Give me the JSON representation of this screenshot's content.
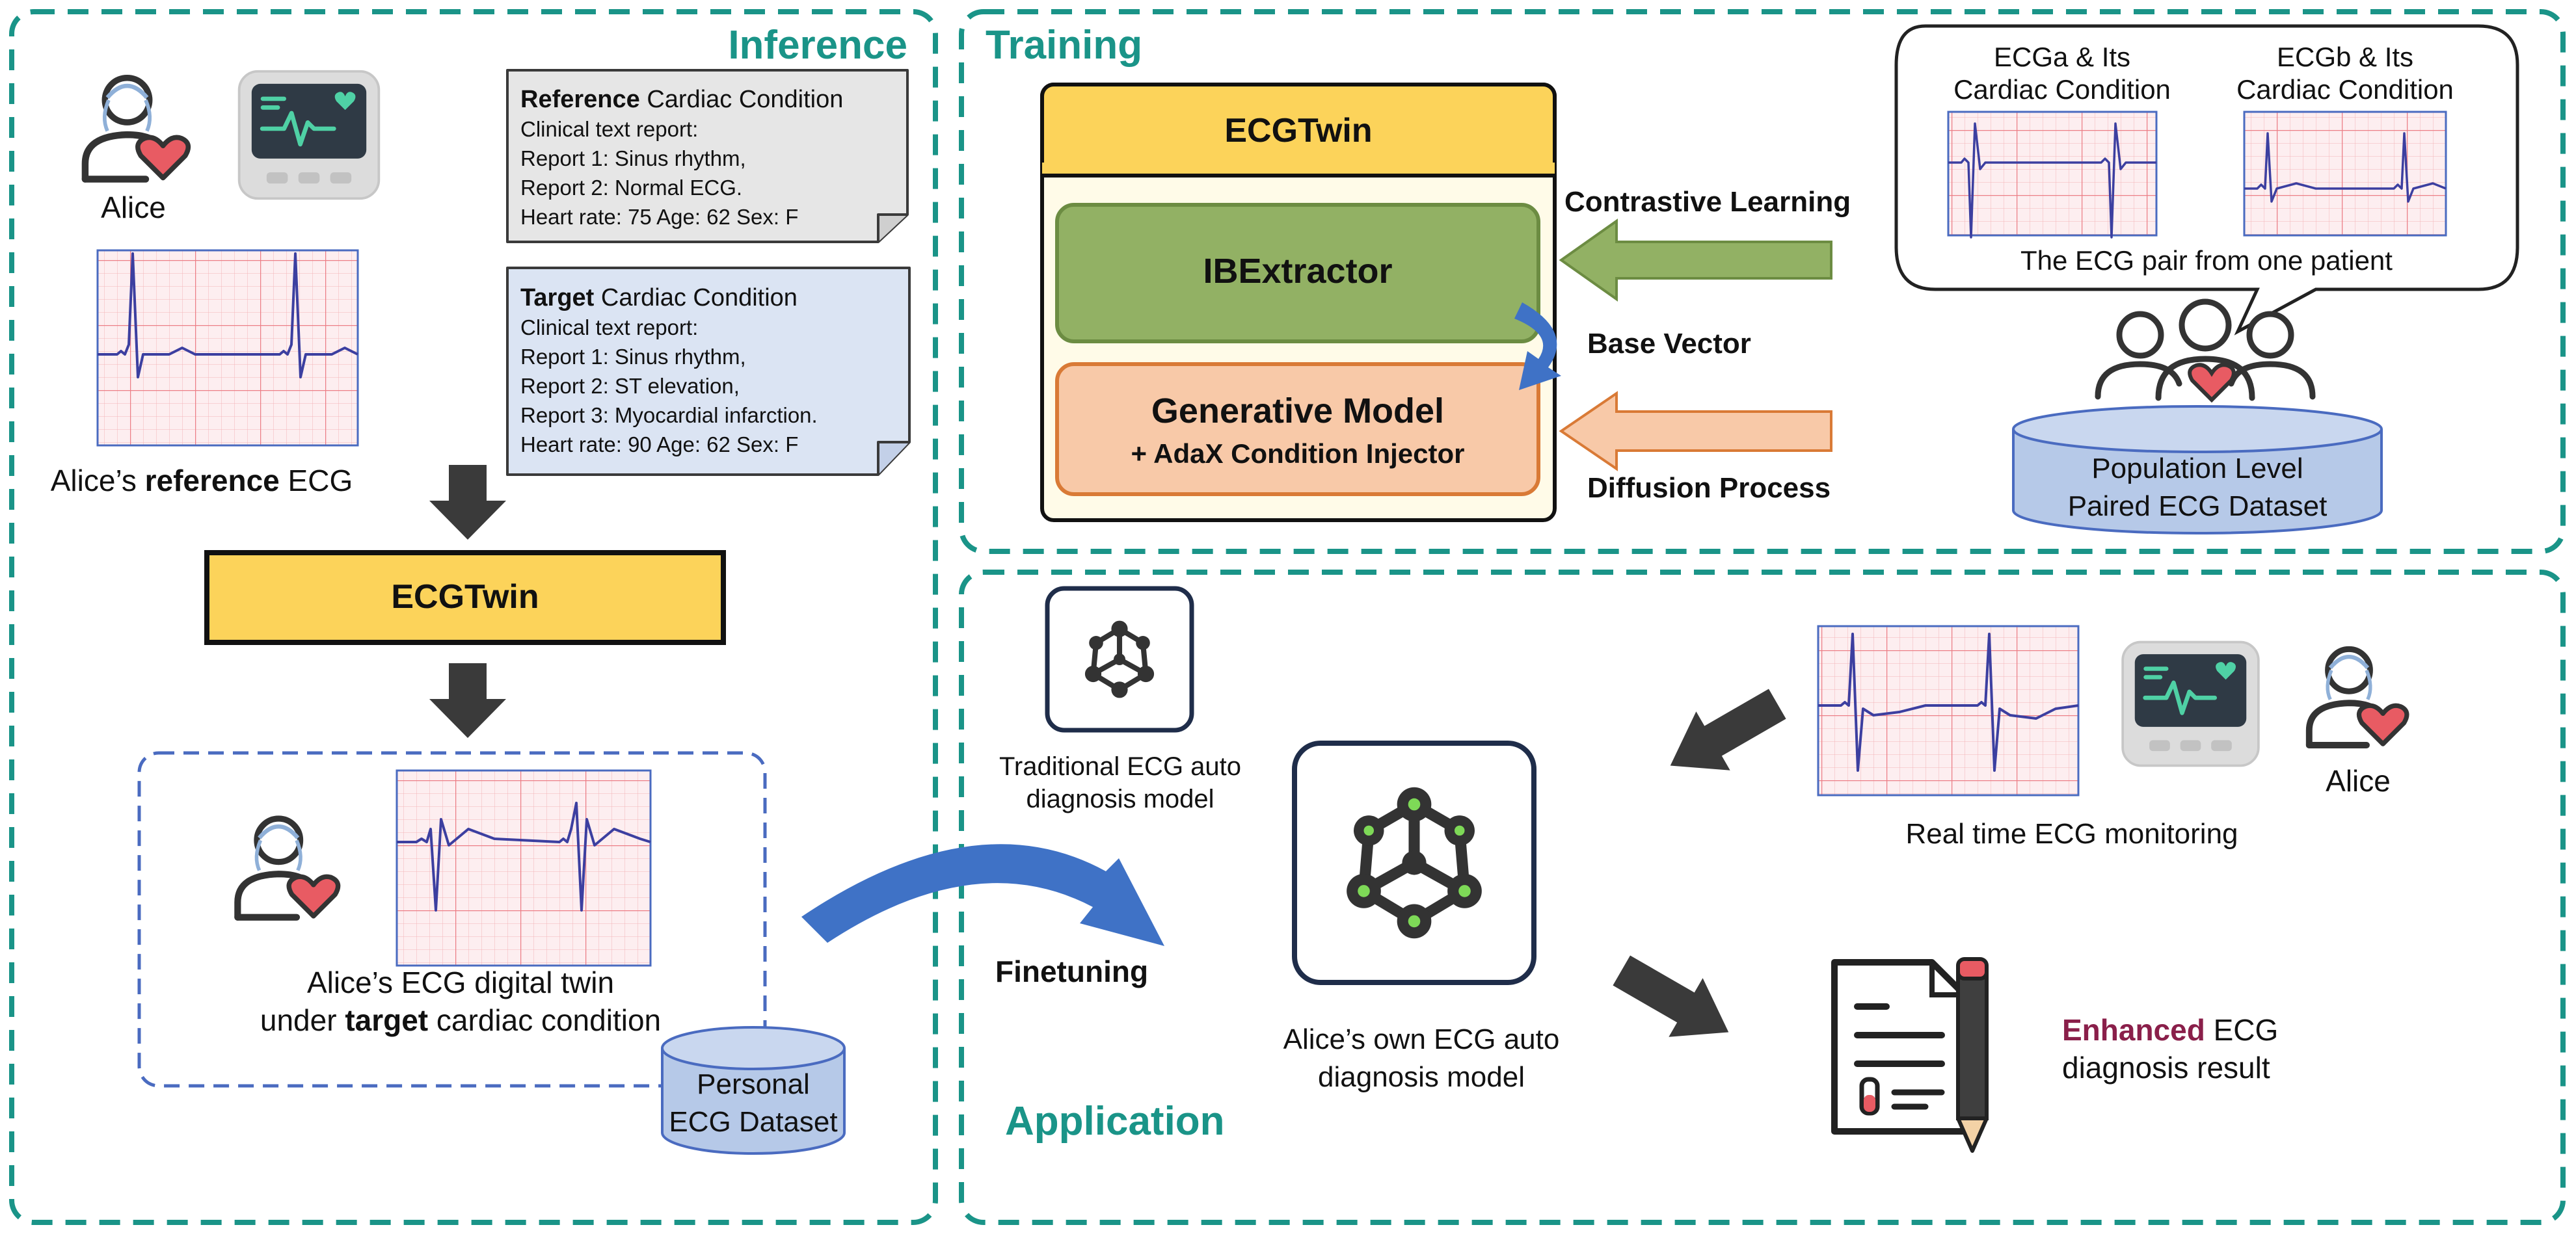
{
  "colors": {
    "teal": "#1a9488",
    "yellow": "#fcd35a",
    "green_box": "#92b164",
    "orange_box": "#f8c9a8",
    "blue_box": "#b6c9e8",
    "blue_arrow": "#3f72c6",
    "dark": "#3a3a3a",
    "maroon": "#8a1f4a",
    "ecg_grid": "#f3a8ac",
    "ecg_bg": "#fdeef0",
    "ecg_line": "#3c3fa0"
  },
  "inference": {
    "title": "Inference",
    "alice_label": "Alice",
    "reference_caption": {
      "pre": "Alice’s ",
      "bold": "reference",
      "post": " ECG"
    },
    "reference_card": {
      "title_bold": "Reference",
      "title_rest": " Cardiac Condition",
      "lines": [
        "Clinical text report:",
        "Report 1: Sinus rhythm,",
        "Report 2: Normal ECG.",
        "Heart rate: 75 Age: 62 Sex: F"
      ]
    },
    "target_card": {
      "title_bold": "Target",
      "title_rest": " Cardiac Condition",
      "lines": [
        "Clinical text report:",
        "Report 1: Sinus rhythm,",
        "Report 2: ST elevation,",
        "Report 3: Myocardial infarction.",
        "Heart rate: 90 Age: 62 Sex: F"
      ]
    },
    "ecgtwin_label": "ECGTwin",
    "twin_caption_line1": "Alice’s ECG digital twin",
    "twin_caption_line2": {
      "pre": "under ",
      "bold": "target",
      "post": " cardiac condition"
    },
    "dataset_line1": "Personal",
    "dataset_line2": "ECG Dataset"
  },
  "training": {
    "title": "Training",
    "model_title": "ECGTwin",
    "ibextractor": "IBExtractor",
    "generative_line1": "Generative Model",
    "generative_line2": "+ AdaX Condition Injector",
    "contrastive": "Contrastive Learning",
    "base_vector": "Base Vector",
    "diffusion": "Diffusion Process",
    "ecga_line1": "ECGa & Its",
    "ecga_line2": "Cardiac Condition",
    "ecgb_line1": "ECGb & Its",
    "ecgb_line2": "Cardiac Condition",
    "pair_caption": "The ECG pair from one patient",
    "population_line1": "Population Level",
    "population_line2": "Paired ECG Dataset"
  },
  "application": {
    "title": "Application",
    "traditional_line1": "Traditional ECG auto",
    "traditional_line2": "diagnosis model",
    "finetuning": "Finetuning",
    "own_line1": "Alice’s own ECG auto",
    "own_line2": "diagnosis model",
    "realtime": "Real time ECG monitoring",
    "alice_label": "Alice",
    "enhanced_bold": "Enhanced",
    "enhanced_rest": " ECG",
    "enhanced_line2": "diagnosis result"
  },
  "icons": [
    "doctor-heart-icon",
    "ecg-monitor-icon",
    "network-model-icon",
    "people-group-icon",
    "report-pencil-icon",
    "database-icon"
  ]
}
